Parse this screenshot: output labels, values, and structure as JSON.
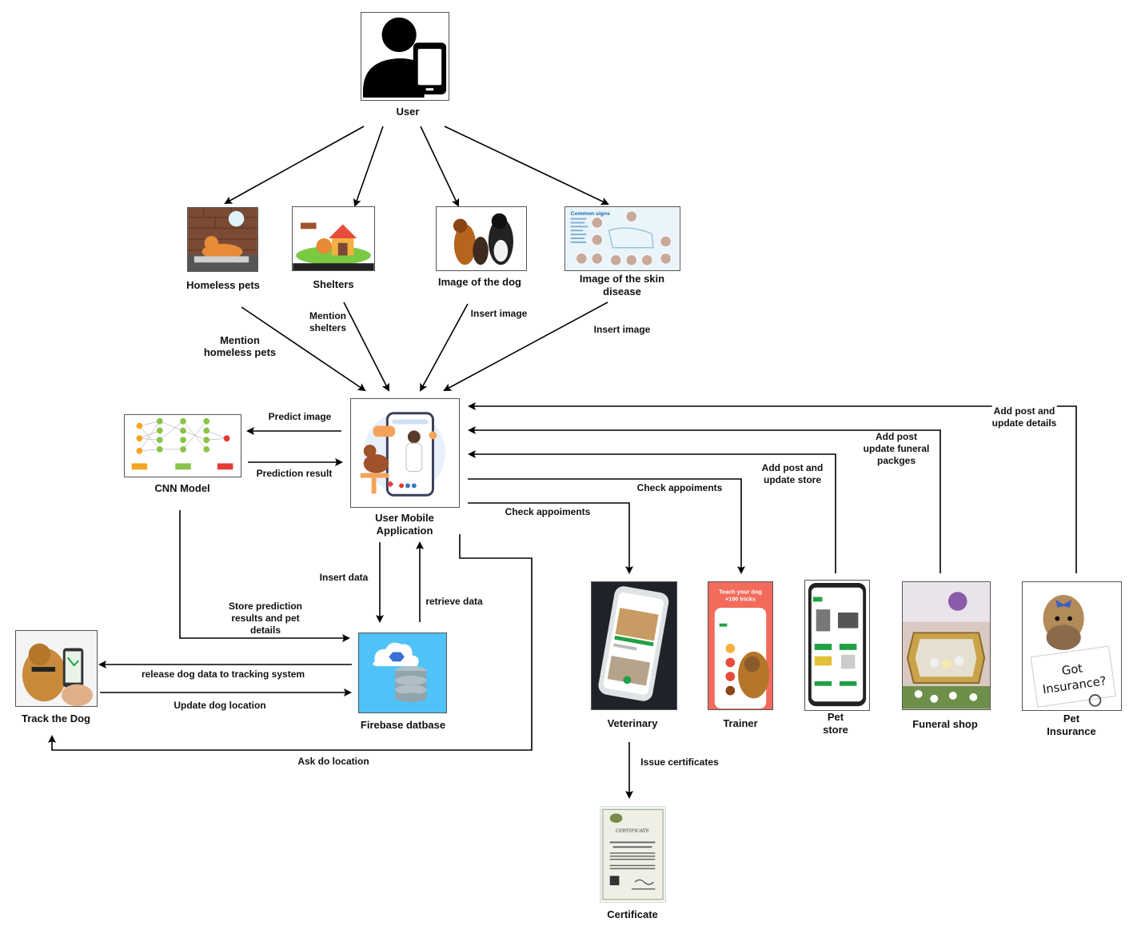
{
  "nodes": {
    "user": "User",
    "homeless_pets": "Homeless pets",
    "shelters": "Shelters",
    "image_dog": "Image of the dog",
    "image_skin": [
      "Image of the skin",
      "disease"
    ],
    "cnn_model": "CNN Model",
    "mobile_app": [
      "User Mobile",
      "Application"
    ],
    "firebase": "Firebase datbase",
    "track_dog": "Track the Dog",
    "veterinary": "Veterinary",
    "trainer": "Trainer",
    "pet_store": [
      "Pet",
      "store"
    ],
    "funeral_shop": "Funeral shop",
    "pet_insurance": [
      "Pet",
      "Insurance"
    ],
    "certificate": "Certificate"
  },
  "edges": {
    "mention_homeless": [
      "Mention",
      "homeless pets"
    ],
    "mention_shelters": [
      "Mention",
      "shelters"
    ],
    "insert_image_dog": "Insert image",
    "insert_image_skin": "Insert image",
    "predict_image": "Predict image",
    "prediction_result": "Prediction result",
    "store_prediction": [
      "Store prediction",
      "results and pet",
      "details"
    ],
    "insert_data": "Insert data",
    "retrieve_data": "retrieve data",
    "release_dog_data": "release dog data to tracking system",
    "update_dog_location": "Update dog location",
    "ask_location": "Ask do location",
    "check_appointments_1": "Check appoiments",
    "check_appointments_2": "Check appoiments",
    "add_post_store": [
      "Add post and",
      "update store"
    ],
    "add_post_funeral": [
      "Add post",
      "update funeral",
      "packges"
    ],
    "add_post_insurance": [
      "Add post and",
      "update details"
    ],
    "issue_certificates": "Issue certificates"
  },
  "images": {
    "trainer_banner": [
      "Teach your dog",
      "+100 tricks"
    ],
    "insurance_sign": [
      "Got",
      "Insurance?"
    ],
    "skin_header": "Common signs",
    "certificate_title": "CERTIFICATE"
  },
  "colors": {
    "firebase_bg": "#4fc3f7",
    "trainer_bg": "#f26b5b",
    "app_green": "#22a045",
    "cnn_node": "#8bc34a"
  }
}
